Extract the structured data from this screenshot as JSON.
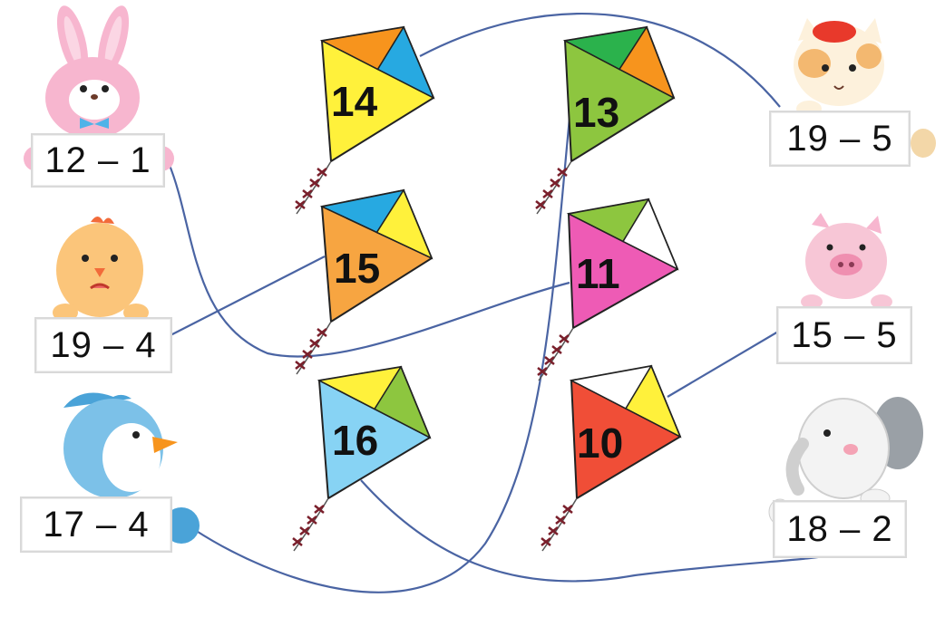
{
  "left_cards": [
    {
      "text": "12 – 1"
    },
    {
      "text": "19 – 4"
    },
    {
      "text": "17 – 4"
    }
  ],
  "right_cards": [
    {
      "text": "19 – 5"
    },
    {
      "text": "15 – 5"
    },
    {
      "text": "18 – 2"
    }
  ],
  "kites": [
    {
      "label": "14",
      "colors": [
        "#f7941d",
        "#27a9e1",
        "#fff13b"
      ]
    },
    {
      "label": "15",
      "colors": [
        "#27a9e1",
        "#fff13b",
        "#f7a541"
      ]
    },
    {
      "label": "16",
      "colors": [
        "#fff13b",
        "#8dc63f",
        "#87d3f4"
      ]
    },
    {
      "label": "13",
      "colors": [
        "#2bb24c",
        "#f7941d",
        "#8dc63f"
      ]
    },
    {
      "label": "11",
      "colors": [
        "#8dc63f",
        "#ffffff",
        "#ee5bb5"
      ]
    },
    {
      "label": "10",
      "colors": [
        "#ffffff",
        "#fff13b",
        "#f04e37"
      ]
    }
  ],
  "line_color": "#4a64a3",
  "animals": [
    "rabbit-icon",
    "chick-icon",
    "bird-icon",
    "cat-icon",
    "pig-icon",
    "elephant-icon"
  ]
}
